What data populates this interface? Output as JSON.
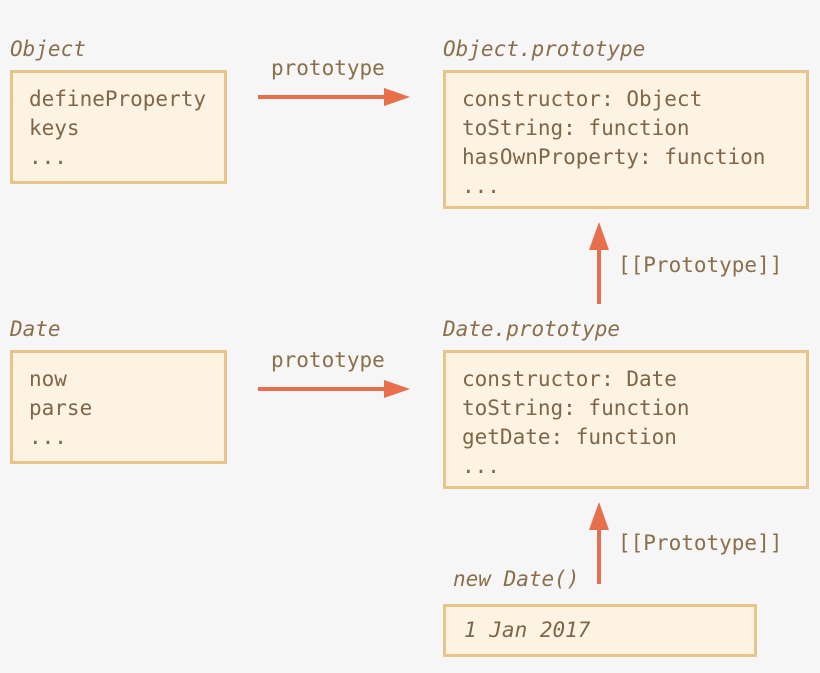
{
  "object": {
    "label": "Object",
    "items": [
      "defineProperty",
      "keys",
      "..."
    ]
  },
  "object_prototype": {
    "label": "Object.prototype",
    "items": [
      "constructor: Object",
      "toString: function",
      "hasOwnProperty: function",
      "..."
    ]
  },
  "date": {
    "label": "Date",
    "items": [
      "now",
      "parse",
      "..."
    ]
  },
  "date_prototype": {
    "label": "Date.prototype",
    "items": [
      "constructor: Date",
      "toString: function",
      "getDate: function",
      "..."
    ]
  },
  "instance": {
    "label": "new Date()",
    "value": "1 Jan 2017"
  },
  "arrows": {
    "prototype_top": "prototype",
    "prototype_mid": "prototype",
    "proto_link_top": "[[Prototype]]",
    "proto_link_bottom": "[[Prototype]]"
  },
  "colors": {
    "arrow": "#e86f4b",
    "box_fill": "#fdf3e3",
    "box_border": "#e8c48a",
    "text": "#8a6f4a"
  }
}
